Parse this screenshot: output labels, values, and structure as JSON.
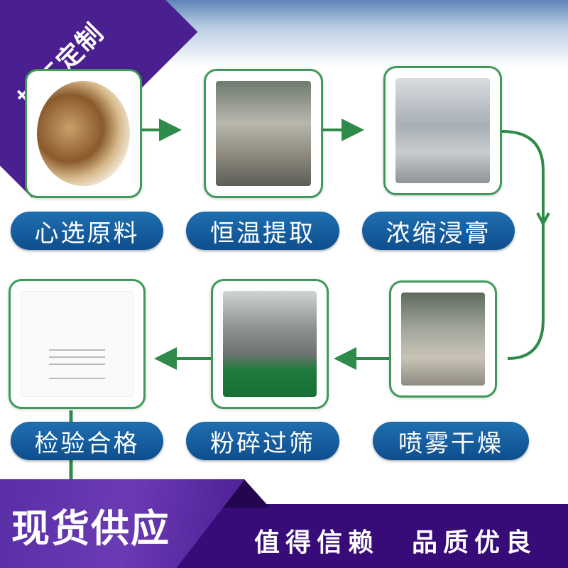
{
  "corner_badge": "加工定制",
  "steps": [
    {
      "label": "心选原料",
      "image": "raw-materials-photo"
    },
    {
      "label": "恒温提取",
      "image": "extraction-equipment-photo"
    },
    {
      "label": "浓缩浸膏",
      "image": "concentration-tanks-photo"
    },
    {
      "label": "喷雾干燥",
      "image": "spray-dryer-photo"
    },
    {
      "label": "粉碎过筛",
      "image": "crushing-sieving-workshop-photo"
    },
    {
      "label": "检验合格",
      "image": "inspection-report-photo"
    }
  ],
  "banner": {
    "title": "现货供应",
    "slogan_1": "值得信赖",
    "slogan_2": "品质优良"
  },
  "colors": {
    "arrow": "#2e8b4a",
    "pill": "#1466a8",
    "banner": "#370b78"
  }
}
